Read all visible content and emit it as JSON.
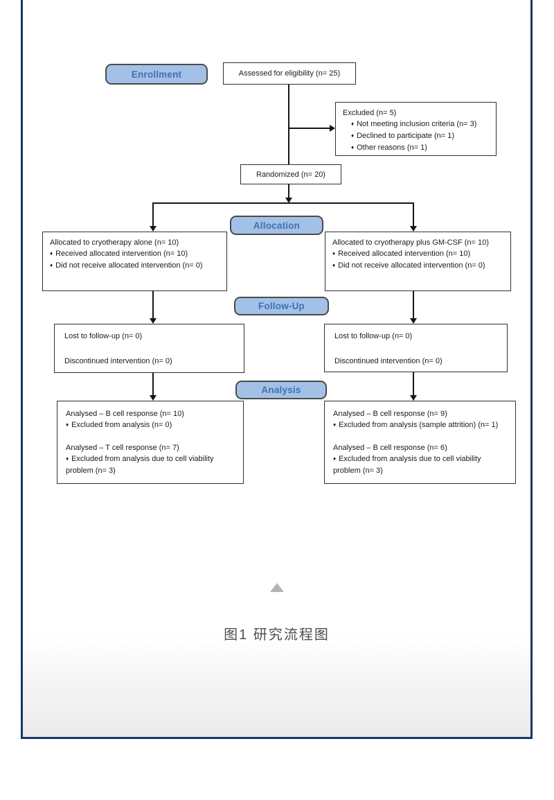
{
  "panel": {
    "border_color": "#14376b",
    "background_top": "#ffffff",
    "background_bottom": "#eaeaea"
  },
  "flowchart": {
    "bullet_char": "♦",
    "stage_fill": "#a3c1e6",
    "stage_border": "#4a4a4a",
    "stage_text_color": "#3f6fb5",
    "stages": {
      "enrollment": "Enrollment",
      "allocation": "Allocation",
      "followup": "Follow-Up",
      "analysis": "Analysis"
    },
    "assessed": {
      "text": "Assessed for eligibility (n= 25)"
    },
    "excluded": {
      "title": "Excluded (n= 5)",
      "bullets": [
        "Not meeting inclusion criteria (n= 3)",
        "Declined to participate (n= 1)",
        "Other reasons (n= 1)"
      ]
    },
    "randomized": {
      "text": "Randomized (n= 20)"
    },
    "allocation_left": {
      "title": "Allocated to cryotherapy alone (n= 10)",
      "bullets": [
        "Received allocated intervention (n= 10)",
        "Did not receive allocated intervention (n= 0)"
      ]
    },
    "allocation_right": {
      "title": "Allocated to cryotherapy plus GM-CSF (n= 10)",
      "bullets": [
        "Received allocated intervention (n= 10)",
        "Did not receive allocated intervention (n= 0)"
      ]
    },
    "followup_left": {
      "line1": "Lost to follow-up (n= 0)",
      "line2": "Discontinued intervention (n= 0)"
    },
    "followup_right": {
      "line1": "Lost to follow-up (n= 0)",
      "line2": "Discontinued intervention (n= 0)"
    },
    "analysis_left": {
      "title1": "Analysed – B cell response (n= 10)",
      "bullet1": "Excluded from analysis (n= 0)",
      "title2": "Analysed – T cell response (n= 7)",
      "bullet2": "Excluded from analysis due to cell viability problem (n= 3)"
    },
    "analysis_right": {
      "title1": "Analysed – B cell response (n= 9)",
      "bullet1": "Excluded from analysis (sample attrition) (n= 1)",
      "title2": "Analysed – B cell response (n= 6)",
      "bullet2": "Excluded from analysis due to cell viability problem (n= 3)"
    }
  },
  "caption": {
    "collapse_icon": "up-triangle",
    "text": "图1 研究流程图",
    "color": "#4d4d4d"
  }
}
